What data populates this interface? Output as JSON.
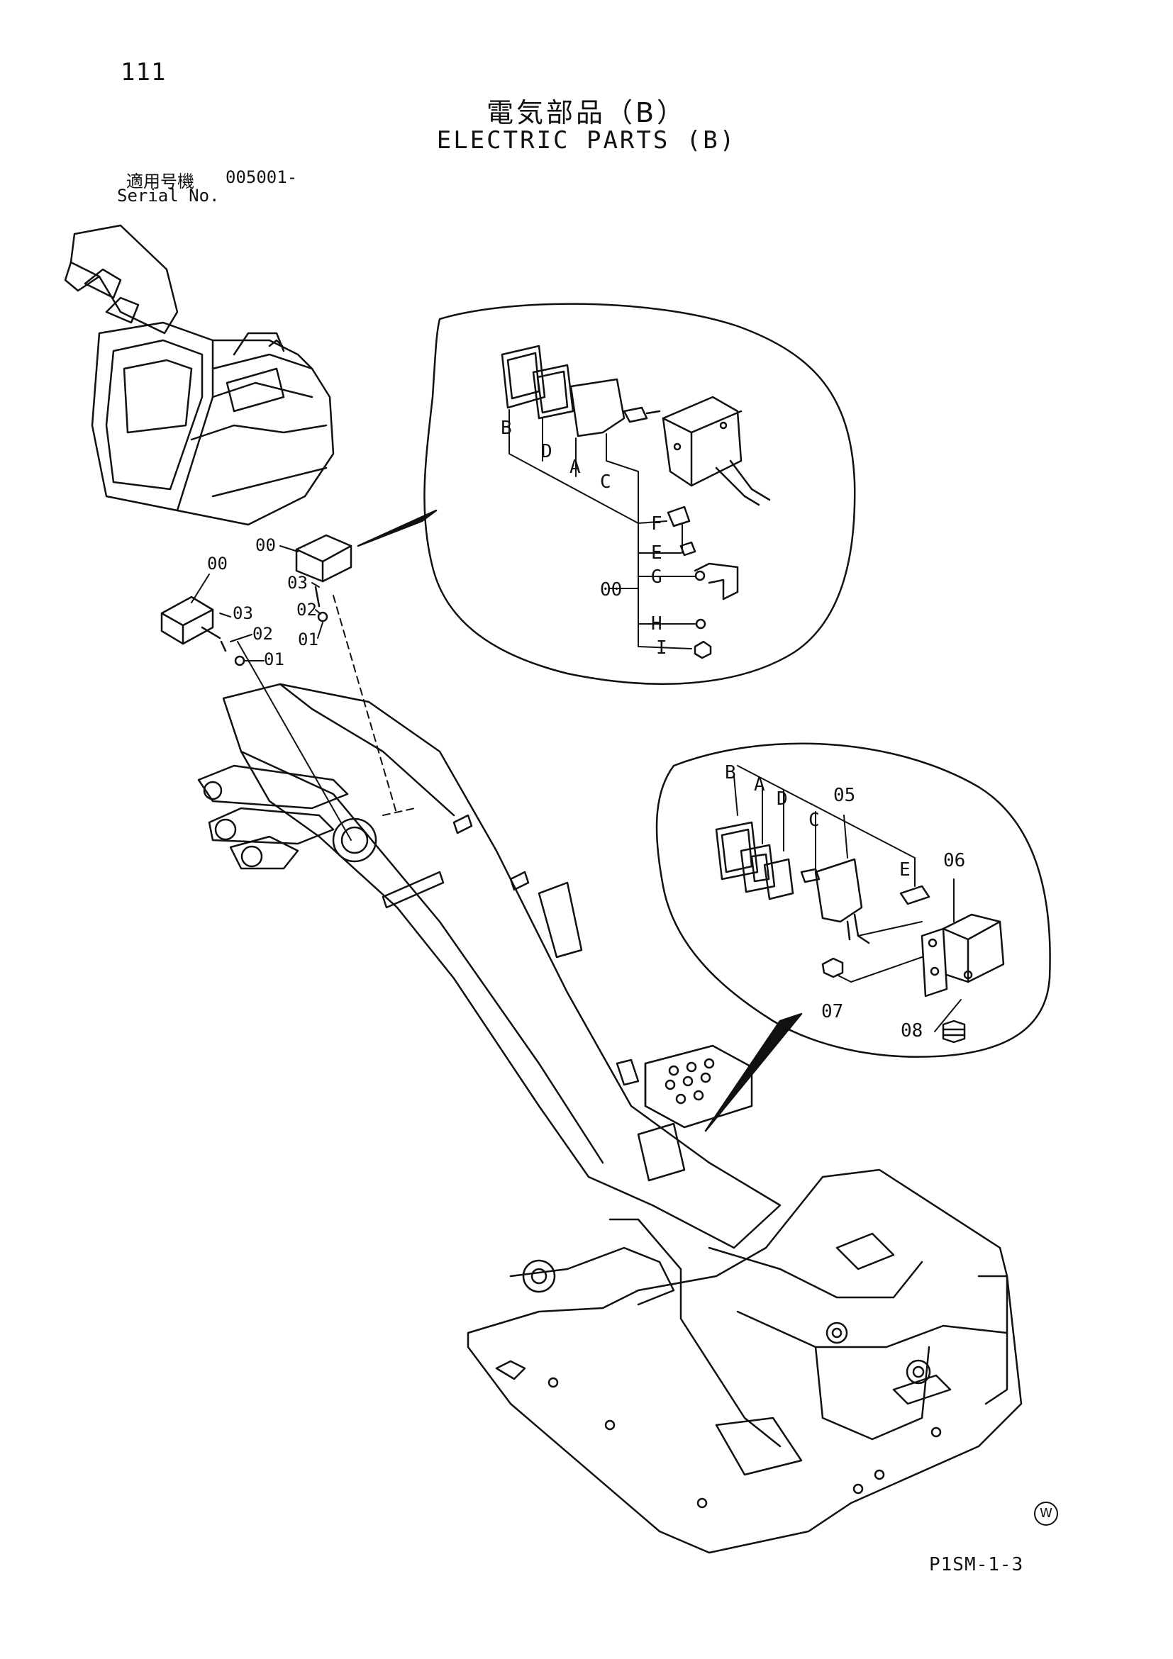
{
  "header": {
    "page_number": "111",
    "title_jp": "電気部品（B）",
    "title_en": "ELECTRIC PARTS (B)",
    "serial_label_jp": "適用号機",
    "serial_value": "005001-",
    "serial_label_en": "Serial No."
  },
  "footer": {
    "mark": "W",
    "code": "P1SM-1-3"
  },
  "callouts": {
    "main": [
      "00",
      "03",
      "02",
      "01",
      "00",
      "03",
      "02",
      "01"
    ],
    "detail_top": [
      "B",
      "D",
      "A",
      "C",
      "F",
      "E",
      "G",
      "H",
      "I",
      "00"
    ],
    "detail_bottom": [
      "B",
      "A",
      "D",
      "C",
      "05",
      "E",
      "06",
      "07",
      "08"
    ]
  }
}
